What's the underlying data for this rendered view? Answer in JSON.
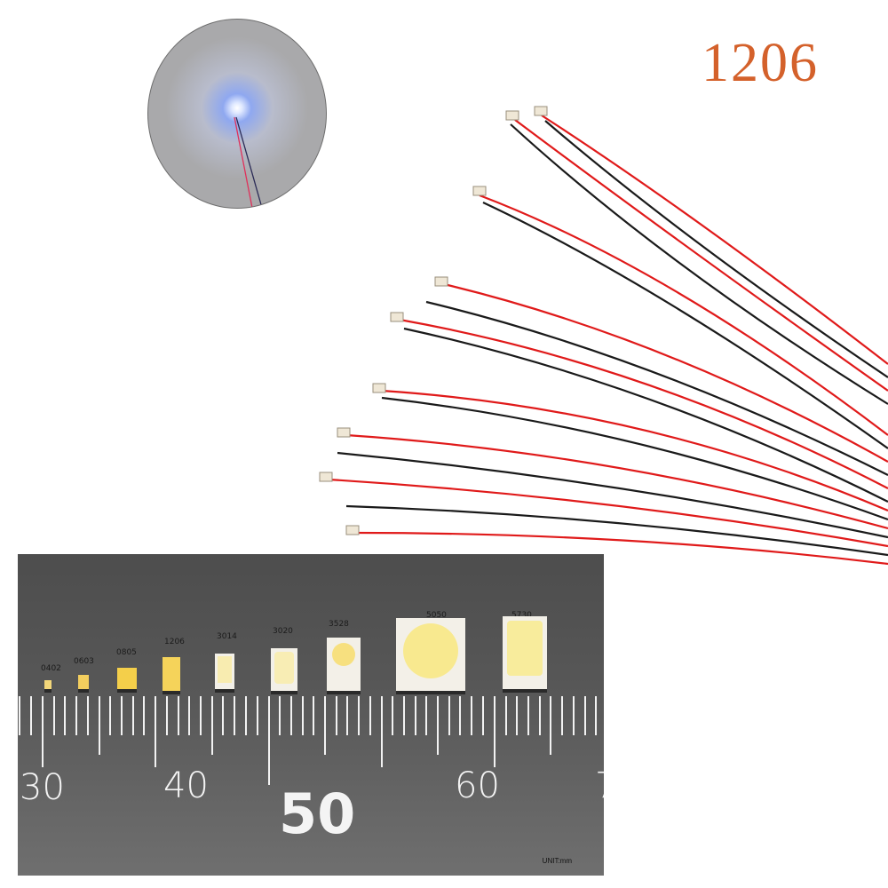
{
  "title_label": "1206",
  "inset": {
    "description": "lit blue-white LED with red and black wires"
  },
  "ruler": {
    "unit": "UNIT:mm",
    "numbers": [
      "30",
      "40",
      "50",
      "60",
      "7"
    ],
    "led_sizes": [
      "0402",
      "0603",
      "0805",
      "1206",
      "3014",
      "3020",
      "3528",
      "5050",
      "5730"
    ]
  },
  "colors": {
    "title": "#d4612b",
    "wire_red": "#e01a1a",
    "wire_black": "#1a1a1a",
    "ruler_bg": "#5a5a5a"
  }
}
